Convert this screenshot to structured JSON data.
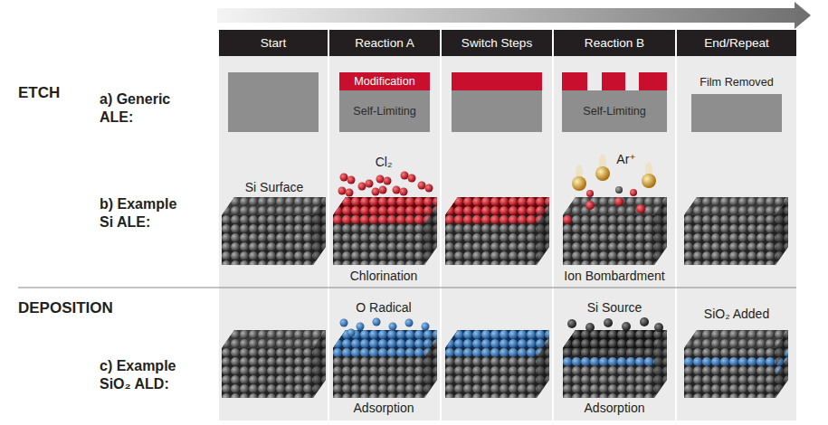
{
  "diagram": {
    "nodes": [
      {
        "text": [
          "Start"
        ]
      },
      {
        "text": [
          "Reaction A"
        ]
      },
      {
        "text": [
          "Switch Steps"
        ]
      },
      {
        "text": [
          "Reaction B"
        ]
      },
      {
        "text": [
          "End/Repeat"
        ]
      },
      {
        "text": [
          "Modification",
          "Self-Limiting"
        ]
      },
      {
        "text": [
          "Self-Limiting"
        ]
      },
      {
        "text": [
          "Film Removed"
        ]
      }
    ],
    "labels": [
      "ETCH",
      "a) Generic ALE:",
      "b) Example Si ALE:",
      "Si Surface",
      "Cl₂",
      "Chlorination",
      "Ar⁺",
      "Ion Bombardment",
      "DEPOSITION",
      "c) Example SiO₂ ALD:",
      "O Radical",
      "Adsorption",
      "Si Source",
      "Adsorption",
      "SiO₂ Added"
    ]
  }
}
